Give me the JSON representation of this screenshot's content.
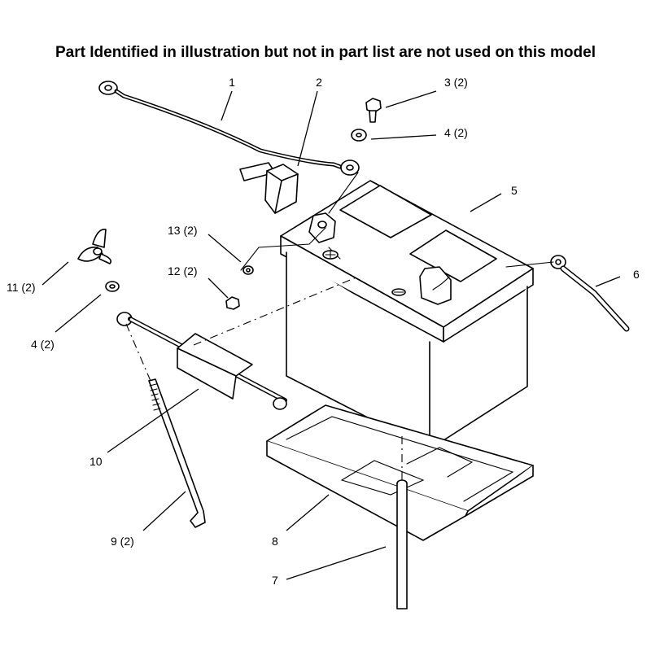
{
  "title": "Part Identified in illustration but not in part list are not used on this model",
  "callouts": [
    {
      "id": "1",
      "label": "1"
    },
    {
      "id": "2",
      "label": "2"
    },
    {
      "id": "3",
      "label": "3 (2)"
    },
    {
      "id": "4a",
      "label": "4 (2)"
    },
    {
      "id": "5",
      "label": "5"
    },
    {
      "id": "6",
      "label": "6"
    },
    {
      "id": "13",
      "label": "13 (2)"
    },
    {
      "id": "12",
      "label": "12 (2)"
    },
    {
      "id": "11",
      "label": "11 (2)"
    },
    {
      "id": "4b",
      "label": "4 (2)"
    },
    {
      "id": "10",
      "label": "10"
    },
    {
      "id": "9",
      "label": "9 (2)"
    },
    {
      "id": "8",
      "label": "8"
    },
    {
      "id": "7",
      "label": "7"
    }
  ]
}
